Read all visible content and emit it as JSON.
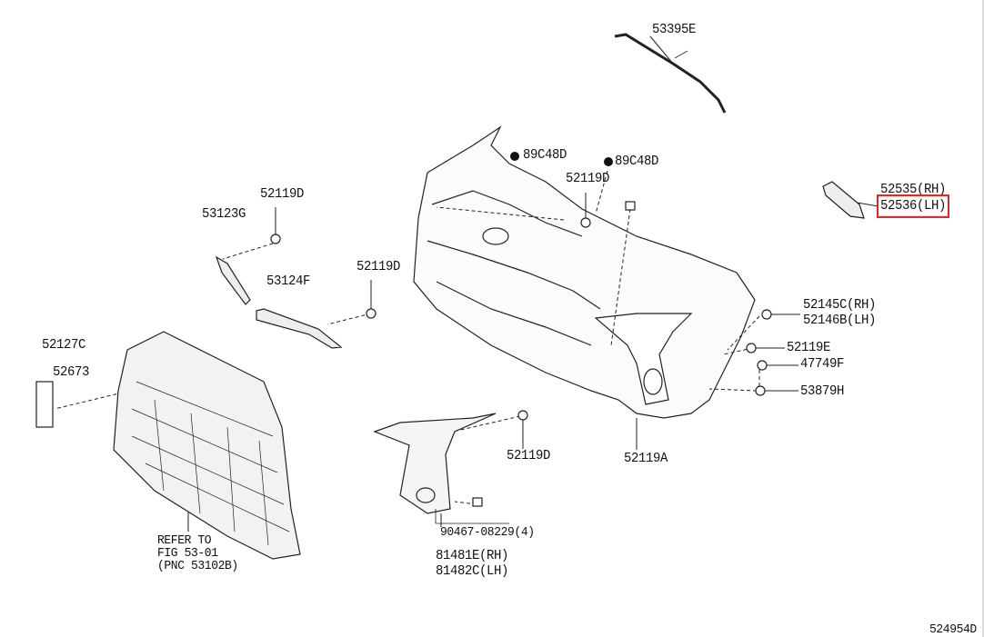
{
  "diagram": {
    "figure_id": "524954D",
    "highlight_color": "#d42a2a",
    "labels": {
      "p53395E": "53395E",
      "p89C48D_a": "89C48D",
      "p89C48D_b": "89C48D",
      "p52119D_top": "52119D",
      "p52535": "52535(RH)",
      "p52536": "52536(LH)",
      "p52119D_left": "52119D",
      "p53123G": "53123G",
      "p53124F": "53124F",
      "p52119D_mid": "52119D",
      "p52145C": "52145C(RH)",
      "p52146B": "52146B(LH)",
      "p52119E": "52119E",
      "p47749F": "47749F",
      "p53879H": "53879H",
      "p52127C": "52127C",
      "p52673": "52673",
      "p52119D_low": "52119D",
      "p52119A": "52119A",
      "p90467": "90467-08229(4)",
      "p81481E": "81481E(RH)",
      "p81482C": "81482C(LH)",
      "refer_1": "REFER TO",
      "refer_2": "FIG 53-01",
      "refer_3": "(PNC 53102B)"
    }
  }
}
